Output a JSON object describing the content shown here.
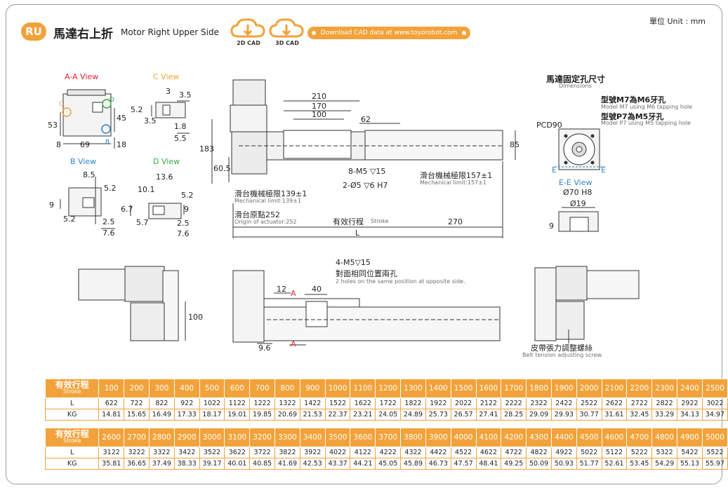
{
  "header": {
    "badge": "RU",
    "title_zh": "馬達右上折",
    "title_en": "Motor Right Upper Side",
    "cad_2d": "2D CAD",
    "cad_3d": "3D CAD",
    "download": "Download CAD data at www.toyorobot.com",
    "unit": "單位 Unit : mm"
  },
  "views": {
    "aa_title": "A-A View",
    "c_title": "C View",
    "b_title": "B View",
    "d_title": "D View",
    "ee_title": "E-E View",
    "aa_c": "C",
    "aa_d": "D",
    "aa_b": "B",
    "aa_53": "53",
    "aa_8": "8",
    "aa_69": "69",
    "aa_18": "18",
    "aa_45": "45",
    "c_3": "3",
    "c_35": "3.5",
    "c_52": "5.2",
    "c_35b": "3.5",
    "c_18": "1.8",
    "c_55": "5.5",
    "b_85": "8.5",
    "b_52": "5.2",
    "b_9": "9",
    "b_52b": "5.2",
    "b_25": "2.5",
    "b_76": "7.6",
    "d_136": "13.6",
    "d_101": "10.1",
    "d_52": "5.2",
    "d_67": "6.7",
    "d_9": "9",
    "d_57": "5.7",
    "d_25": "2.5",
    "d_76": "7.6"
  },
  "main": {
    "d210": "210",
    "d170": "170",
    "d100": "100",
    "d62": "62",
    "d85": "85",
    "d183": "183",
    "d605": "60.5",
    "m5": "8-M5 ▽15",
    "pin": "2-Ø5 ▽6 H7",
    "mech_zh": "滑台機械極限139±1",
    "mech_en": "Mechanical limit:139±1",
    "mech2_zh": "滑台機械極限157±1",
    "mech2_en": "Mechanical limit:157±1",
    "origin_zh": "滑台原點252",
    "origin_en": "Origin of actuator:252",
    "stroke_zh": "有效行程",
    "stroke_en": "Stroke",
    "d270": "270",
    "L": "L"
  },
  "dims": {
    "title_zh": "馬達固定孔尺寸",
    "title_en": "Dimensions",
    "m7_zh": "型號M7為M6牙孔",
    "m7_en": "Model M7 using M6 tapping hole",
    "p7_zh": "型號P7為M5牙孔",
    "p7_en": "Model P7 using M5 tapping hole",
    "pcd": "PCD90",
    "e1": "E",
    "e2": "E",
    "d70": "Ø70 H8",
    "d19": "Ø19",
    "d9": "9"
  },
  "lower": {
    "d100": "100",
    "holes_title": "4-M5▽15",
    "holes_zh": "對面相同位置兩孔",
    "holes_en": "2 holes on the same position at opposite side.",
    "d12": "12",
    "d40": "40",
    "a1": "A",
    "a2": "A",
    "d96": "9.6",
    "belt_zh": "皮帶張力調整螺絲",
    "belt_en": "Belt tension adjusting screw."
  },
  "table": {
    "head_zh": "有效行程",
    "head_en": "Stroke",
    "row_L": "L",
    "row_KG": "KG",
    "strokes1": [
      "100",
      "200",
      "300",
      "400",
      "500",
      "600",
      "700",
      "800",
      "900",
      "1000",
      "1100",
      "1200",
      "1300",
      "1400",
      "1500",
      "1600",
      "1700",
      "1800",
      "1900",
      "2000",
      "2100",
      "2200",
      "2300",
      "2400",
      "2500"
    ],
    "L1": [
      "622",
      "722",
      "822",
      "922",
      "1022",
      "1122",
      "1222",
      "1322",
      "1422",
      "1522",
      "1622",
      "1722",
      "1822",
      "1922",
      "2022",
      "2122",
      "2222",
      "2322",
      "2422",
      "2522",
      "2622",
      "2722",
      "2822",
      "2922",
      "3022"
    ],
    "KG1": [
      "14.81",
      "15.65",
      "16.49",
      "17.33",
      "18.17",
      "19.01",
      "19.85",
      "20.69",
      "21.53",
      "22.37",
      "23.21",
      "24.05",
      "24.89",
      "25.73",
      "26.57",
      "27.41",
      "28.25",
      "29.09",
      "29.93",
      "30.77",
      "31.61",
      "32.45",
      "33.29",
      "34.13",
      "34.97"
    ],
    "strokes2": [
      "2600",
      "2700",
      "2800",
      "2900",
      "3000",
      "3100",
      "3200",
      "3300",
      "3400",
      "3500",
      "3600",
      "3700",
      "3800",
      "3900",
      "4000",
      "4100",
      "4200",
      "4300",
      "4400",
      "4500",
      "4600",
      "4700",
      "4800",
      "4900",
      "5000"
    ],
    "L2": [
      "3122",
      "3222",
      "3322",
      "3422",
      "3522",
      "3622",
      "3722",
      "3822",
      "3922",
      "4022",
      "4122",
      "4222",
      "4322",
      "4422",
      "4522",
      "4622",
      "4722",
      "4822",
      "4922",
      "5022",
      "5122",
      "5222",
      "5322",
      "5422",
      "5522"
    ],
    "KG2": [
      "35.81",
      "36.65",
      "37.49",
      "38.33",
      "39.17",
      "40.01",
      "40.85",
      "41.69",
      "42.53",
      "43.37",
      "44.21",
      "45.05",
      "45.89",
      "46.73",
      "47.57",
      "48.41",
      "49.25",
      "50.09",
      "50.93",
      "51.77",
      "52.61",
      "53.45",
      "54.29",
      "55.13",
      "55.97"
    ]
  },
  "colors": {
    "accent": "#f2a23a",
    "red": "#e2242b",
    "blue": "#2f86c6",
    "green": "#39a845"
  }
}
